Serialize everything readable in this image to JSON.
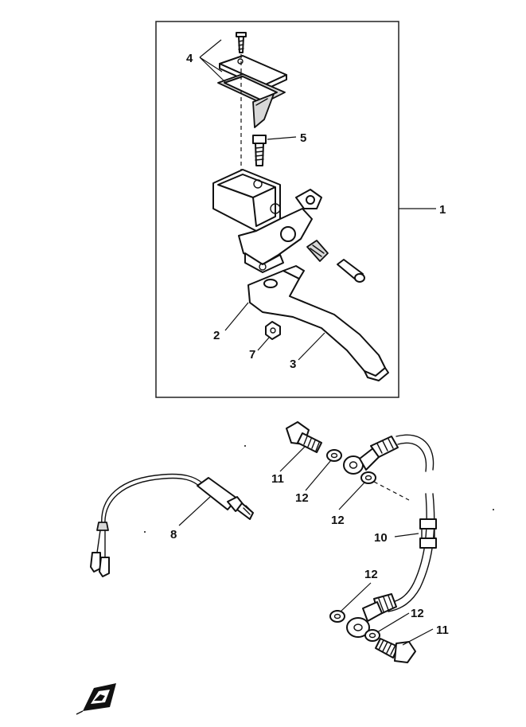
{
  "callouts": {
    "c1": "1",
    "c2": "2",
    "c3": "3",
    "c4": "4",
    "c5": "5",
    "c7": "7",
    "c8": "8",
    "c10": "10",
    "c11a": "11",
    "c11b": "11",
    "c12a": "12",
    "c12b": "12",
    "c12c": "12",
    "c12d": "12"
  },
  "colors": {
    "line": "#111111",
    "background": "#ffffff",
    "shade": "#d8d8d8"
  },
  "icons": {
    "front_arrow": "front-direction-arrow-icon"
  }
}
